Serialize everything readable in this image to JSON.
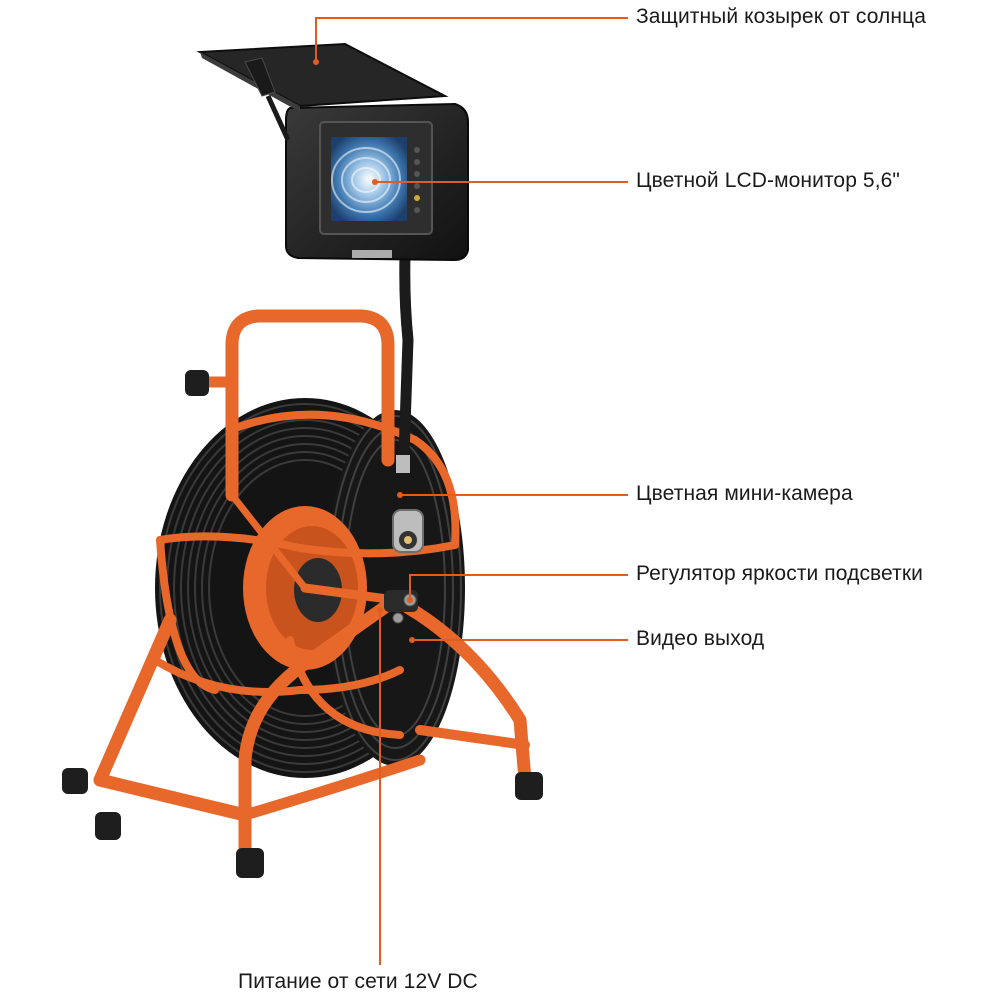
{
  "callouts": {
    "sun_visor": "Защитный козырек от солнца",
    "lcd_monitor": "Цветной LCD-монитор 5,6\"",
    "mini_camera": "Цветная мини-камера",
    "brightness_regulator": "Регулятор яркости подсветки",
    "video_output": "Видео выход",
    "power_supply": "Питание от сети 12V DC"
  },
  "colors": {
    "frame_orange": "#e8672a",
    "cable_black": "#1c1c1c",
    "leader_line": "#e25b1f",
    "housing_dark": "#2a2a2a",
    "screen_blue": "#6fa3cf"
  }
}
